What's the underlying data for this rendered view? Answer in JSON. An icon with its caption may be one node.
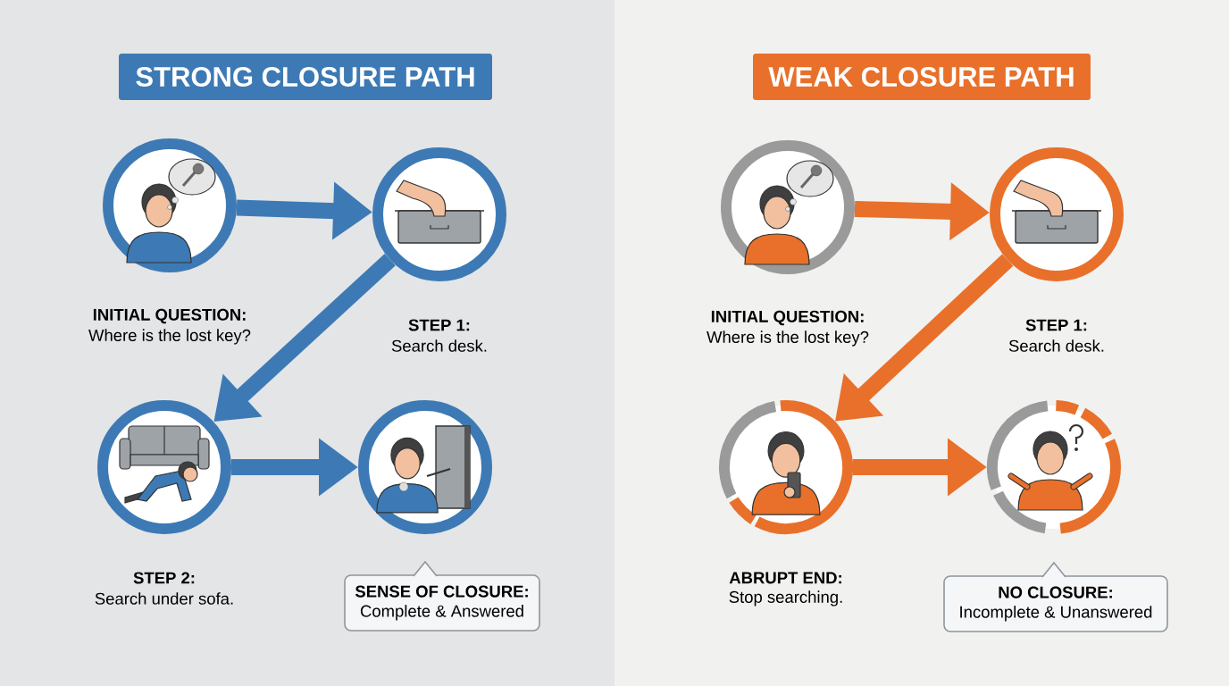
{
  "diagram": {
    "nodes": [
      {
        "text": [
          "STRONG CLOSURE PATH"
        ]
      },
      {
        "text": [
          "INITIAL QUESTION:",
          "Where is the lost key?"
        ]
      },
      {
        "text": [
          "STEP 1:",
          "Search desk."
        ]
      },
      {
        "text": [
          "STEP 2:",
          "Search under sofa."
        ]
      },
      {
        "text": [],
        "shape": "circle"
      },
      {
        "text": [
          "SENSE OF CLOSURE:",
          "Complete & Answered"
        ]
      },
      {
        "text": [
          "WEAK CLOSURE PATH"
        ]
      },
      {
        "text": [
          "INITIAL QUESTION:",
          "Where is the lost key?"
        ]
      },
      {
        "text": [
          "STEP 1:",
          "Search desk."
        ]
      },
      {
        "text": [
          "ABRUPT END:",
          "Stop searching."
        ]
      },
      {
        "text": [],
        "shape": "circle"
      },
      {
        "text": [
          "NO CLOSURE:",
          "Incomplete & Unanswered"
        ]
      }
    ],
    "edges": [
      {
        "from": 1,
        "to": 2,
        "arrow": "to",
        "color": "#3d7ab5"
      },
      {
        "from": 2,
        "to": 3,
        "arrow": "to",
        "color": "#3d7ab5"
      },
      {
        "from": 3,
        "to": 4,
        "arrow": "to",
        "color": "#3d7ab5"
      },
      {
        "from": 7,
        "to": 8,
        "arrow": "to",
        "color": "#e8702a"
      },
      {
        "from": 8,
        "to": 9,
        "arrow": "to",
        "color": "#e8702a"
      },
      {
        "from": 9,
        "to": 10,
        "arrow": "to",
        "color": "#e8702a"
      }
    ]
  }
}
